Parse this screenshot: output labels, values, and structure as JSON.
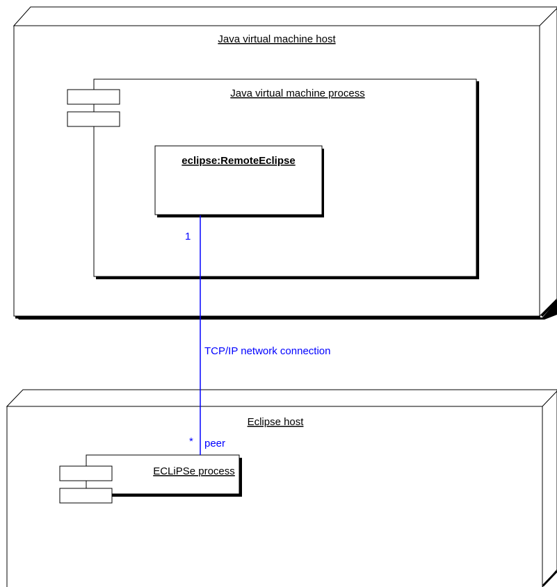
{
  "diagram": {
    "jvm_host": {
      "title": "Java virtual machine host"
    },
    "jvm_process": {
      "title": "Java virtual machine process"
    },
    "remote_eclipse": {
      "title": "eclipse:RemoteEclipse"
    },
    "eclipse_host": {
      "title": "Eclipse host"
    },
    "eclipse_process": {
      "title": "ECLiPSe process"
    },
    "connection": {
      "label": "TCP/IP network connection",
      "end_top_multiplicity": "1",
      "end_bottom_multiplicity": "*",
      "end_bottom_role": "peer",
      "color": "#0000ff"
    }
  }
}
